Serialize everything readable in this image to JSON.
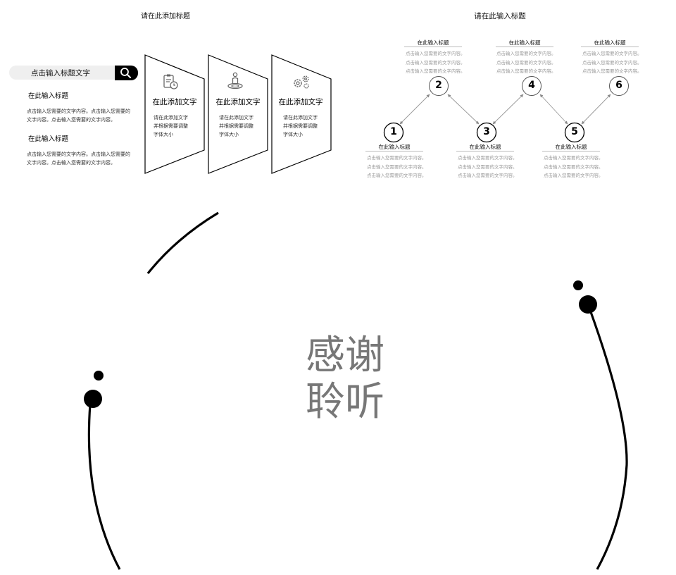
{
  "left_slide": {
    "title": "请在此添加标题",
    "search_text": "点击输入标题文字",
    "sections": [
      {
        "heading": "在此输入标题",
        "body": "点击输入您需要的文字内容。点击输入您需要的文字内容。点击输入您需要的文字内容。"
      },
      {
        "heading": "在此输入标题",
        "body": "点击输入您需要的文字内容。点击输入您需要的文字内容。点击输入您需要的文字内容。"
      }
    ],
    "cards": [
      {
        "icon": "clipboard-clock-icon",
        "title": "在此添加文字",
        "lines": [
          "请在此添加文字",
          "并根据需要调整",
          "字体大小"
        ]
      },
      {
        "icon": "person-target-icon",
        "title": "在此添加文字",
        "lines": [
          "请在此添加文字",
          "并根据需要调整",
          "字体大小"
        ]
      },
      {
        "icon": "gears-icon",
        "title": "在此添加文字",
        "lines": [
          "请在此添加文字",
          "并根据需要调整",
          "字体大小"
        ]
      }
    ]
  },
  "right_slide": {
    "title": "请在此输入标题",
    "nodes": [
      {
        "num": "1",
        "title": "在此输入标题",
        "lines": [
          "点击输入您需要的文字内容。",
          "点击输入您需要的文字内容。",
          "点击输入您需要的文字内容。"
        ]
      },
      {
        "num": "2",
        "title": "在此输入标题",
        "lines": [
          "点击输入您需要的文字内容。",
          "点击输入您需要的文字内容。",
          "点击输入您需要的文字内容。"
        ]
      },
      {
        "num": "3",
        "title": "在此输入标题",
        "lines": [
          "点击输入您需要的文字内容。",
          "点击输入您需要的文字内容。",
          "点击输入您需要的文字内容。"
        ]
      },
      {
        "num": "4",
        "title": "在此输入标题",
        "lines": [
          "点击输入您需要的文字内容。",
          "点击输入您需要的文字内容。",
          "点击输入您需要的文字内容。"
        ]
      },
      {
        "num": "5",
        "title": "在此输入标题",
        "lines": [
          "点击输入您需要的文字内容。",
          "点击输入您需要的文字内容。",
          "点击输入您需要的文字内容。"
        ]
      },
      {
        "num": "6",
        "title": "在此输入标题",
        "lines": [
          "点击输入您需要的文字内容。",
          "点击输入您需要的文字内容。",
          "点击输入您需要的文字内容。"
        ]
      }
    ]
  },
  "bottom_slide": {
    "line1": "感谢",
    "line2": "聆听",
    "text_color": "#777777"
  }
}
